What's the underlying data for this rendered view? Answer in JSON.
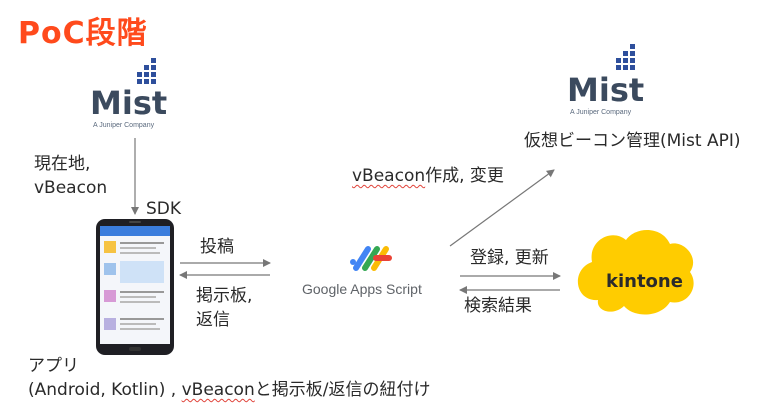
{
  "title": "PoC段階",
  "mist_logo": {
    "word": "Mist",
    "tagline": "A Juniper Company",
    "accent_color": "#2e4f9c",
    "text_color": "#3b4a5e"
  },
  "labels": {
    "current_location": "現在地,",
    "vbeacon": "vBeacon",
    "sdk": "SDK",
    "post": "投稿",
    "board": "掲示板,",
    "reply": "返信",
    "vbeacon_create_prefix": "vBeacon",
    "vbeacon_create_suffix": "作成, 変更",
    "mist_api": "仮想ビーコン管理(Mist API)",
    "register_update": "登録, 更新",
    "search_results": "検索結果",
    "app": "アプリ",
    "app_detail_prefix": "(Android, Kotlin) , ",
    "app_detail_vbeacon": "vBeacon",
    "app_detail_suffix": "と掲示板/返信の紐付け"
  },
  "gas_logo": {
    "text": "Google Apps Script",
    "colors": [
      "#4285f4",
      "#34a853",
      "#fbbc05",
      "#ea4335"
    ]
  },
  "kintone_logo": {
    "text": "kintone",
    "color": "#ffcc00"
  },
  "colors": {
    "title": "#ff4a1c",
    "arrow": "#777777",
    "phone_frame": "#1f1f24"
  }
}
